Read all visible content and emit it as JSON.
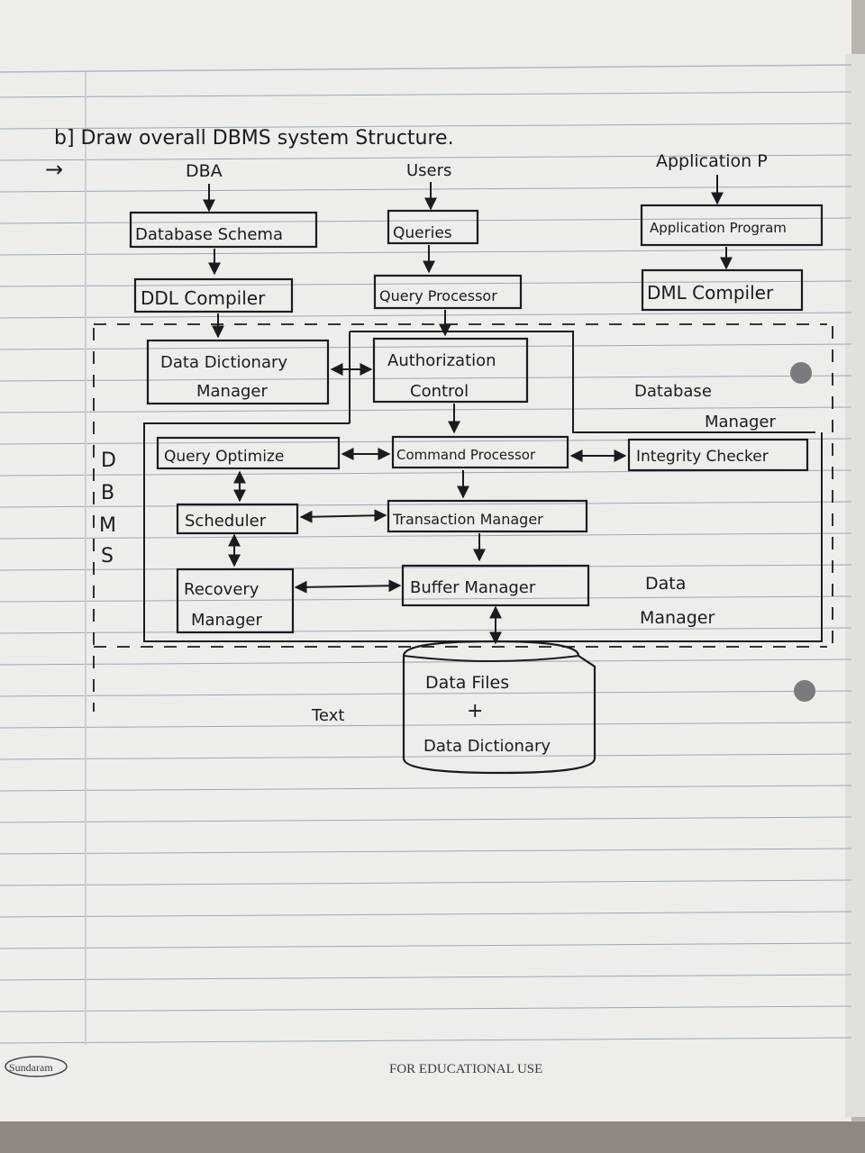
{
  "page": {
    "question": "b] Draw overall DBMS system Structure.",
    "margin_arrow": "→",
    "brand": "Sundaram",
    "footer": "FOR EDUCATIONAL USE"
  },
  "diagram": {
    "inputs": {
      "dba": "DBA",
      "users": "Users",
      "application": "Application P"
    },
    "boxes": {
      "database_schema": "Database Schema",
      "queries": "Queries",
      "application_program": "Application Program",
      "ddl_compiler": "DDL Compiler",
      "query_processor": "Query Processor",
      "dml_compiler": "DML Compiler",
      "data_dictionary_manager_1": "Data Dictionary",
      "data_dictionary_manager_2": "Manager",
      "authorization_control_1": "Authorization",
      "authorization_control_2": "Control",
      "query_optimizer": "Query Optimize",
      "command_processor": "Command Processor",
      "integrity_checker": "Integrity Checker",
      "scheduler": "Scheduler",
      "transaction_manager": "Transaction Manager",
      "recovery_manager_1": "Recovery",
      "recovery_manager_2": "Manager",
      "buffer_manager": "Buffer Manager",
      "storage_1": "Data Files",
      "storage_2": "+",
      "storage_3": "Data Dictionary"
    },
    "regions": {
      "database_manager_1": "Database",
      "database_manager_2": "Manager",
      "data_manager_1": "Data",
      "data_manager_2": "Manager",
      "dbms_letters": [
        "D",
        "B",
        "M",
        "S"
      ],
      "stray_text": "Text"
    }
  },
  "colors": {
    "paper": "#efedea",
    "ink": "#1b1b1f",
    "rule_line": "#9aa7b4",
    "margin_line": "#c9cfd6"
  }
}
